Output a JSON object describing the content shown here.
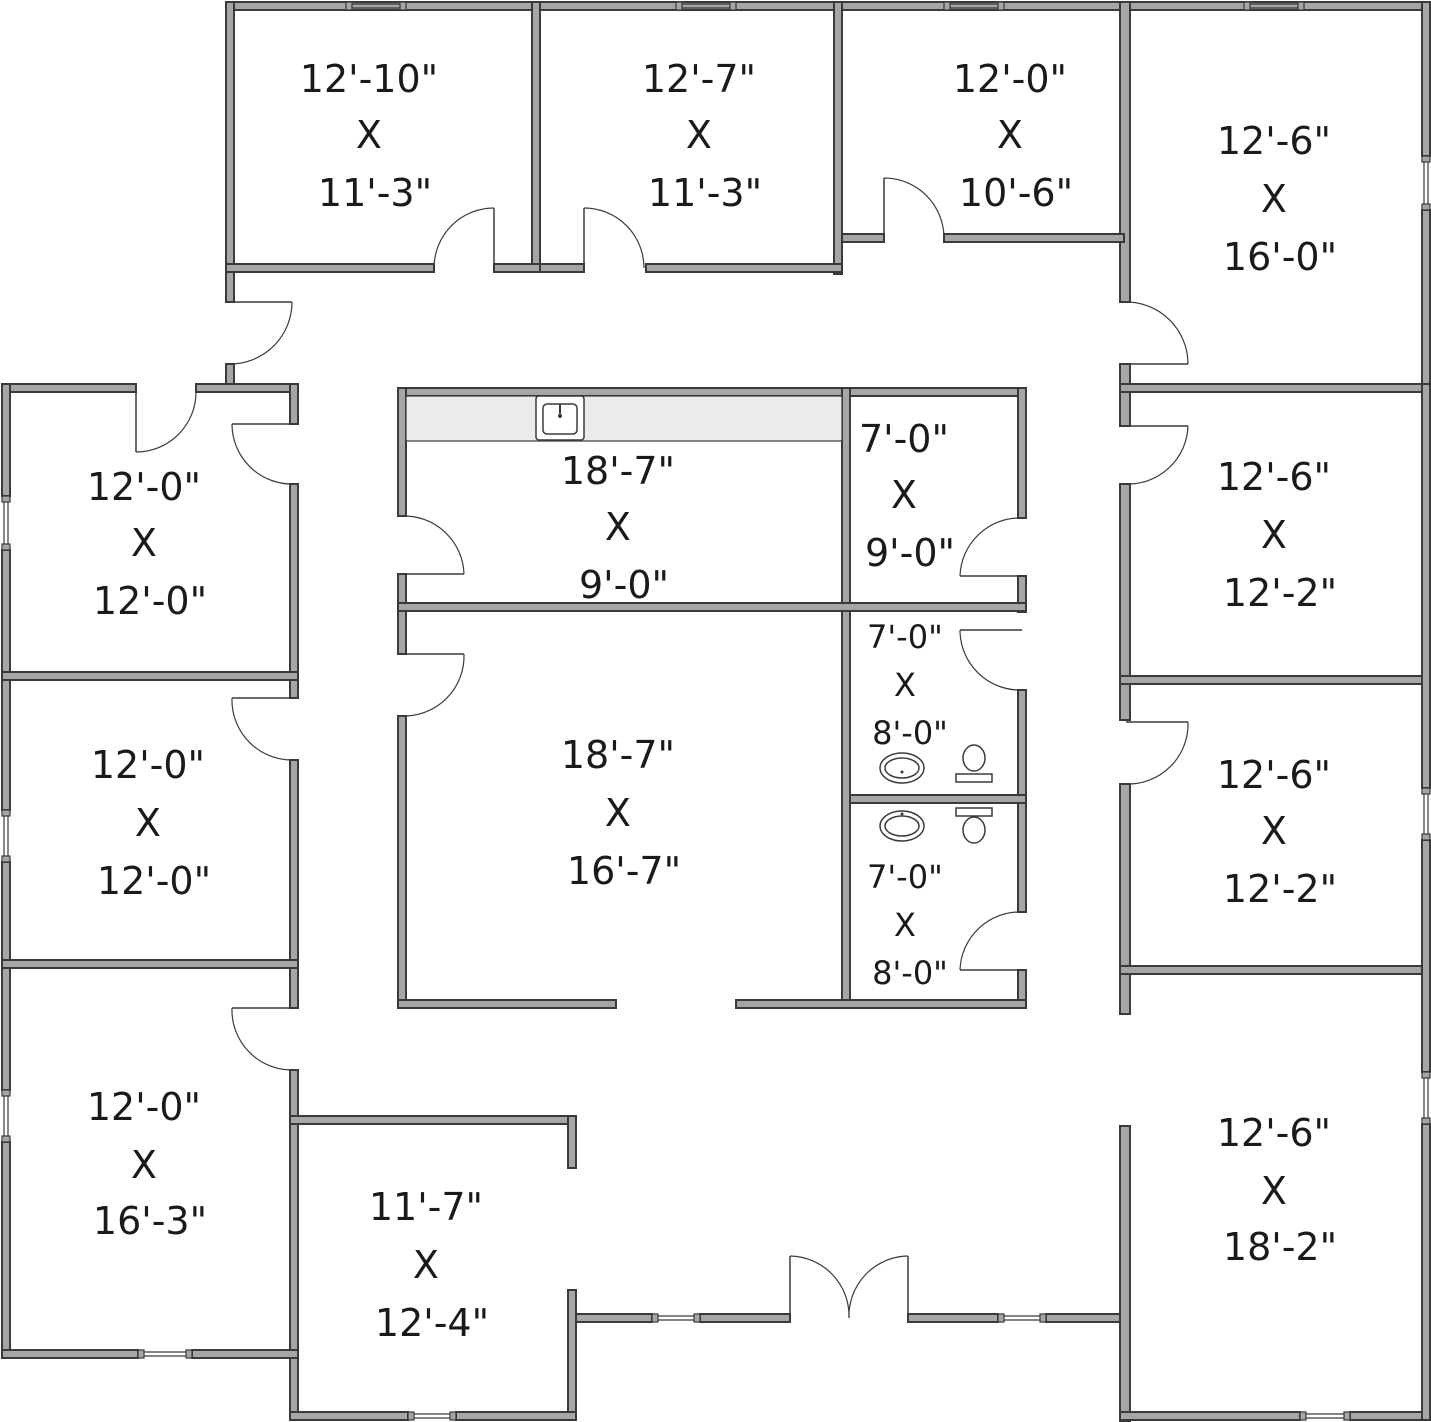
{
  "colors": {
    "wall_fill": "#a6a6a6",
    "wall_stroke": "#3a3a3a",
    "counter": "#ebebeb",
    "text": "#1a1a1a"
  },
  "rooms": [
    {
      "id": "top-1",
      "width": "12'-10\"",
      "sep": "X",
      "depth": "11'-3\""
    },
    {
      "id": "top-2",
      "width": "12'-7\"",
      "sep": "X",
      "depth": "11'-3\""
    },
    {
      "id": "top-3",
      "width": "12'-0\"",
      "sep": "X",
      "depth": "10'-6\""
    },
    {
      "id": "right-1",
      "width": "12'-6\"",
      "sep": "X",
      "depth": "16'-0\""
    },
    {
      "id": "left-1",
      "width": "12'-0\"",
      "sep": "X",
      "depth": "12'-0\""
    },
    {
      "id": "left-2",
      "width": "12'-0\"",
      "sep": "X",
      "depth": "12'-0\""
    },
    {
      "id": "left-3",
      "width": "12'-0\"",
      "sep": "X",
      "depth": "16'-3\""
    },
    {
      "id": "center-kitchen",
      "width": "18'-7\"",
      "sep": "X",
      "depth": "9'-0\""
    },
    {
      "id": "center-main",
      "width": "18'-7\"",
      "sep": "X",
      "depth": "16'-7\""
    },
    {
      "id": "center-small",
      "width": "7'-0\"",
      "sep": "X",
      "depth": "9'-0\""
    },
    {
      "id": "restroom-1",
      "width": "7'-0\"",
      "sep": "X",
      "depth": "8'-0\""
    },
    {
      "id": "restroom-2",
      "width": "7'-0\"",
      "sep": "X",
      "depth": "8'-0\""
    },
    {
      "id": "right-2",
      "width": "12'-6\"",
      "sep": "X",
      "depth": "12'-2\""
    },
    {
      "id": "right-3",
      "width": "12'-6\"",
      "sep": "X",
      "depth": "12'-2\""
    },
    {
      "id": "right-4",
      "width": "12'-6\"",
      "sep": "X",
      "depth": "18'-2\""
    },
    {
      "id": "bottom-1",
      "width": "11'-7\"",
      "sep": "X",
      "depth": "12'-4\""
    }
  ]
}
